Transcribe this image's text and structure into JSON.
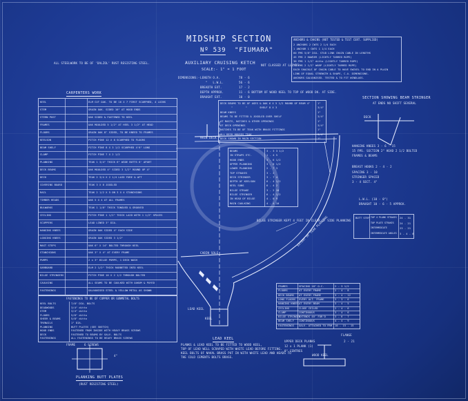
{
  "header": {
    "title": "MIDSHIP SECTION",
    "number": "Nº 539",
    "name": "\"FIUMARA\"",
    "vessel_type": "AUXILIARY CRUISING KETCH",
    "scale": "SCALE:- 1\" = 1 FOOT",
    "left_note": "ALL STEELWORK TO BE OF 'DALZOL' RUST RESISTING STEEL.",
    "right_note": "NOT CLASSED AT LLOYDS."
  },
  "dimensions": {
    "label": "DIMENSIONS:-",
    "rows": [
      {
        "k": "LENGTH O.A.",
        "v": "78 - 6"
      },
      {
        "k": "   \"   L.W.L.",
        "v": "56 - 6"
      },
      {
        "k": "BREADTH EXT.",
        "v": "17 - 2"
      },
      {
        "k": "DEPTH APPROX.",
        "v": "11 - 6  BOTTOM OF WOOD KEEL TO TOP OF WOOD DK. AT SIDE."
      },
      {
        "k": "DRAUGHT EXT.",
        "v": "10 - 0"
      }
    ]
  },
  "anchors": {
    "title": "ANCHORS & CHAINS  (NOT TESTED & TEST CERT. SUPPLIED)",
    "lines": [
      "2 ANCHORS    2 CWTS   2 1/4 EACH",
      "1 ANCHOR     1 CWTS   1 1/4 EACH",
      "60 FMS  5/8\" DIA. STUD LINK CHAIN CABLE IN LENGTHS",
      "45 FMS  2 HAWSER  (LIGHTLY TARRED ROPE)",
      "30 FMS  1 1/2\"  ditto  (LIGHTLY TARRED ROPE)",
      "75 FMS  2 1/2\"  WARP  (LIGHTLY TARRED ROPE)",
      "EACH SHACKLE OF CHAIN CABLE TO HAVE SWIVEL TO END IN A PLAIN",
      "LINK OF EQUAL STRENGTH & SHAPE, C.A. DIMENSIONS.",
      "ANCHORS GALVANISED. TESTED & TO FIT WINDLASS."
    ]
  },
  "carpentering": {
    "title": "CARPENTERS WORK",
    "items": [
      {
        "k": "KEEL",
        "v": "ELM CUT OAK. TO BE 16 X 7 FIRST SCARPHED, 4 LOINS"
      },
      {
        "k": "STEM",
        "v": "GRAIN OAK. SIDED 10\" AT HOOD ENDS"
      },
      {
        "k": "STERN POST",
        "v": "OAK  SIDED & FASTENED TO KEEL"
      },
      {
        "k": "FRAMES",
        "v": "OAK MOULDED 5 1/2\" AT HEEL 3 1/2\" AT HEAD"
      },
      {
        "k": "FLOORS",
        "v": "GRAIN OAK 8\" SIDED, TO BE KNEED TO FRAMES"
      },
      {
        "k": "KEELSON",
        "v": "PITCH PINE 12 X 8 SCARPHED TO FLOORS"
      },
      {
        "k": "BEAM SHELF",
        "v": "PITCH PINE 8 X 3 1/2 SCARPHED 4'6\" LONG"
      },
      {
        "k": "CLAMP",
        "v": "PITCH PINE 7 X 2 1/2"
      },
      {
        "k": "PLANKING",
        "v": "TEAK 1 3/4\" THICK 6\" WIDE BUTTS 6' APART"
      },
      {
        "k": "DECK BEAMS",
        "v": "OAK MOULDED 4\" SIDED 3 1/2\" ROUND UP 4\""
      },
      {
        "k": "DECK",
        "v": "TEAK 2 3/4 X 2 1/4 LAID FORE & AFT"
      },
      {
        "k": "COVERING BOARD",
        "v": "TEAK 3 X 8 JOGGLED"
      },
      {
        "k": "RAIL",
        "v": "TEAK 2 1/2 X 5 ON 3 X 4 STANCHIONS"
      },
      {
        "k": "TIMBER HEADS",
        "v": "OAK 5 X 4 AT ALL FRAMES"
      },
      {
        "k": "BULWARKS",
        "v": "TEAK 1 1/8\" THICK TONGUED & GROOVED"
      },
      {
        "k": "CEILING",
        "v": "PITCH PINE 1 1/2\" THICK LAID WITH 1 1/2\" SPACES"
      },
      {
        "k": "SCUPPERS",
        "v": "LEAD LINED 3\" DIA."
      },
      {
        "k": "HANGING KNEES",
        "v": "GRAIN OAK SIDED 4\" EACH SIDE"
      },
      {
        "k": "LODGING KNEES",
        "v": "GRAIN OAK SIDED 3 1/2\""
      },
      {
        "k": "MAST STEPS",
        "v": "OAK 6\" X 14\" BOLTED THROUGH KEEL"
      },
      {
        "k": "STANCHIONS",
        "v": "OAK 3\" X 4\" AT EVERY FRAME"
      },
      {
        "k": "PUMPS",
        "v": "2 x 3\" BILGE PUMPS, 1 DECK WASH"
      },
      {
        "k": "GARBOARD",
        "v": "ELM 2 1/2\" THICK RABBETED INTO KEEL"
      },
      {
        "k": "BILGE STRINGERS",
        "v": "PITCH PINE 10 X 2 1/2 THROUGH BOLTED"
      },
      {
        "k": "CAULKING",
        "v": "ALL SEAMS TO BE CAULKED WITH OAKUM & PAYED"
      },
      {
        "k": "FASTENINGS",
        "v": "GALVANISED STEEL & YELLOW METAL AS SHOWN"
      }
    ]
  },
  "fastenings": {
    "title": "FASTENINGS TO BE OF COPPER OR GUNMETAL BOLTS",
    "rows": [
      {
        "k": "KEEL BOLTS",
        "v": "7/8\" DIA. BOLTS"
      },
      {
        "k": "DEADWOODS",
        "v": "3/4\" ditto"
      },
      {
        "k": "STEM",
        "v": "3/4\" ditto"
      },
      {
        "k": "FLOORS",
        "v": "5/8\" ditto"
      },
      {
        "k": "SHEER & BEAMS",
        "v": "5/8\" ditto"
      },
      {
        "k": "TRENAILS",
        "v": "1\" DIA."
      },
      {
        "k": "PLANKING",
        "v": "BUTT PLATES (SEE SKETCH)"
      },
      {
        "k": "HOOD ENDS",
        "v": "FASTENED FROM INSIDE WITH HEAVY BRASS SCREWS"
      },
      {
        "k": "DECK",
        "v": "FASTENED TO BEAMS BY GALV. BOLTS"
      },
      {
        "k": "FASTENINGS",
        "v": "ALL FASTENINGS TO BE HEAVY BRASS SCREWS"
      }
    ]
  },
  "planking_plates": {
    "label": "PLANKING BUTT PLATES",
    "sub": "(RUST RESISTING STEEL)",
    "frame": "FRAME",
    "screws": "6 SCREWS",
    "spacing": "4\""
  },
  "beams_table": {
    "rows": [
      "DECK BEAMS  TO BE OF AGES & OAK 6 X 5 1/2  ROUND OF BEAM 4\"",
      "       \"        \"        SHELF  8 X 3",
      "BEAM KNEES",
      "BEAMS TO BE FITTED & JOGGLED OVER SHELF",
      "AT MASTS, HATCHES & OTHER OPENINGS",
      "AT DECK OPENINGS",
      "HATCHES TO BE OF TEAK WITH BRASS FITTINGS",
      "ALL DECK HOUSES TEAK",
      "DECK SHOWN IN MAIN SECTION"
    ],
    "values": [
      "1\"",
      "3/4\"",
      "1\"",
      "3/4\"",
      "1\"",
      "3/4\"",
      "1\"",
      "3/4\"",
      "1\""
    ]
  },
  "section_labels": {
    "main_deck": "MAIN DECK",
    "cabin_sole": "CABIN SOLE",
    "lead_keel": "LEAD KEEL",
    "keel": "KEEL",
    "planking_ext": "EXTENT OF TEAK PLANKING",
    "bilge_stringer": "BILGE STRINGER KEPT\n4 FEET IN CLEAR OF SIDE PLANKING"
  },
  "scantlings": {
    "rows": [
      {
        "k": "BEAMS",
        "v": "3 - 3  3 1/2"
      },
      {
        "k": "IN STRAPS ETC.",
        "v": "1 - 4  5"
      },
      {
        "k": "HOOD ENDS",
        "v": "3 - 6 1/2"
      },
      {
        "k": "UPPER PLANKING",
        "v": "3 - 6 1/2"
      },
      {
        "k": "LOWER PLANKING",
        "v": "2 - 7  3"
      },
      {
        "k": "TOP STRAKES",
        "v": "3 - 2"
      },
      {
        "k": "DECK STRINGER",
        "v": "3 - 7  4"
      },
      {
        "k": "DEPTH OF KEELSON",
        "v": "6 - 4 1/2"
      },
      {
        "k": "KEEL SONS",
        "v": "6 - 4  2"
      },
      {
        "k": "BILGE STRAKE",
        "v": "3 - 2  10"
      },
      {
        "k": "BILGE STRINGER",
        "v": "6 - 4 1/2"
      },
      {
        "k": "IN HEAD OF BILGE",
        "v": "4 - 8  9"
      },
      {
        "k": "MAIN CAULKING",
        "v": "4 - 4  10"
      }
    ]
  },
  "frames_table": {
    "rows": [
      {
        "k": "FRAMES",
        "v": "SPACING 18\" O.C.",
        "w": "2 - 3  1/2"
      },
      {
        "k": "FLOORS",
        "v": "AT EVERY FRAME",
        "w": "2 - 4 - 8"
      },
      {
        "k": "DECK BEAMS",
        "v": "AT EVERY FRAME",
        "w": "3 - 4 - 12"
      },
      {
        "k": "LONG FLOORS",
        "v": "EVERY ALT. FRAME",
        "w": "3 - 3 - 6"
      },
      {
        "k": "HANGING KNEES",
        "v": "AT EVERY BEAM",
        "w": "3 - 4 - 5"
      },
      {
        "k": "CEILING",
        "v": "CLOSE CEILED",
        "w": "2 - 4 - 6"
      },
      {
        "k": "CLAMP",
        "v": "CONTINUOUS",
        "w": "3 - 4 - 6"
      },
      {
        "k": "BILGE STRINGER",
        "v": "EXTENDS 40' FOR'D",
        "w": "3 - 6 - 7"
      },
      {
        "k": "BEAM SHELF",
        "v": "CONTINUOUS",
        "w": "4 - 4 - 9"
      },
      {
        "k": "FASTENINGS",
        "v": "GALV. ATTACHED TO FRM",
        "w": "10 - 15 - 15"
      }
    ]
  },
  "beam_stringer": {
    "title": "SECTION SHOWING BEAM STRINGER",
    "sub": "AT ENDS   NO SHIFT SEVERAL",
    "deck": "DECK",
    "label1": "HANGING KNEES  3 - 6 - 15",
    "label2": "15 FMS. SECTION  2\" HEAD  2 1/2 BOLTED",
    "label3": "FRAMES & BEAMS",
    "label4": "BREAST HOOKS  2 - 4 - 2",
    "label5": "SPACING  3 - 10",
    "label6": "STRINGER SPACED",
    "label7": "3 - 4  SECT. 4\"",
    "label8": "L.W.L. (10 - 0\")",
    "label9": "DRAUGHT 10 - 6 - 5 APPROX."
  },
  "butt_table": {
    "title": "BUTT STEP",
    "rows": [
      {
        "k": "TOP 4 PLANK STRAKES",
        "v": "24 - 31"
      },
      {
        "k": "TOP PLATE STRAKES",
        "v": "24 - 21"
      },
      {
        "k": "INTERMEDIATE",
        "v": "23 - 21"
      },
      {
        "k": "INTERMEDIATE ANGLES",
        "v": "3 - 4 - 8"
      }
    ]
  },
  "lead_keel": {
    "title": "LEAD KEEL",
    "lines": [
      "PLANKS & LEAD KEEL TO BE FITTED TO WOOD KEEL,",
      "TOP OF LEAD WELL SCRAPED WITH WHITE LEAD BEFORE FITTING.",
      "KEEL BOLTS OF NAVAL BRASS PUT IN WITH WHITE LEAD AND HEADS TO",
      "THE COLD CEMENTS  BOLTS BRASS."
    ]
  },
  "weight_block": {
    "labels": [
      "UPPER DECK PLANKS",
      "12 x 1 PLANK (1)",
      "8\" CENTRES",
      "WOOD KEEL"
    ],
    "flange": "FLANGE",
    "num": "2 - 21"
  },
  "colors": {
    "paper": "#1d3a93",
    "ink": "#dfe6f7"
  }
}
